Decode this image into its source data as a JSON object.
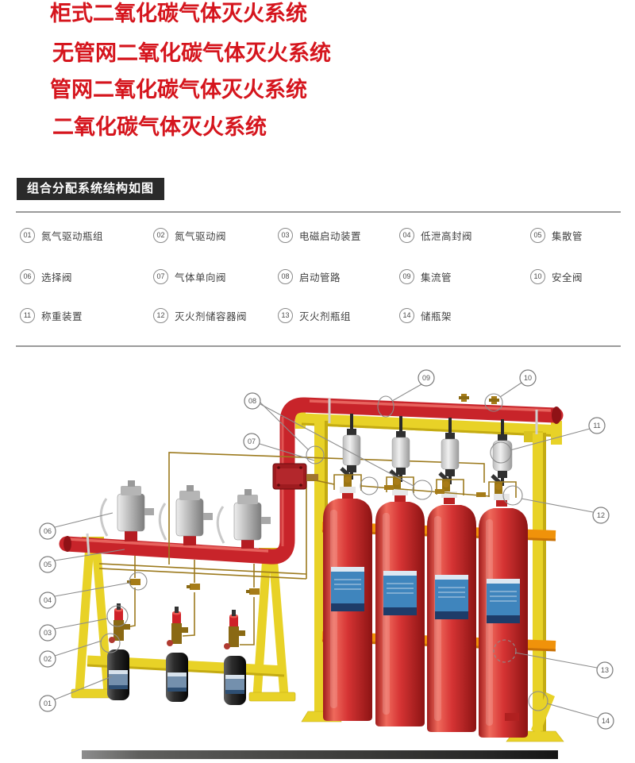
{
  "titles": [
    {
      "text": "柜式二氧化碳气体灭火系统"
    },
    {
      "text": "无管网二氧化碳气体灭火系统"
    },
    {
      "text": "管网二氧化碳气体灭火系统"
    },
    {
      "text": "二氧化碳气体灭火系统"
    }
  ],
  "section_header": {
    "label": "组合分配系统结构如图"
  },
  "legend": {
    "items": [
      {
        "num": "01",
        "label": "氮气驱动瓶组"
      },
      {
        "num": "02",
        "label": "氮气驱动阀"
      },
      {
        "num": "03",
        "label": "电磁启动装置"
      },
      {
        "num": "04",
        "label": "低泄高封阀"
      },
      {
        "num": "05",
        "label": "集散管"
      },
      {
        "num": "06",
        "label": "选择阀"
      },
      {
        "num": "07",
        "label": "气体单向阀"
      },
      {
        "num": "08",
        "label": "启动管路"
      },
      {
        "num": "09",
        "label": "集流管"
      },
      {
        "num": "10",
        "label": "安全阀"
      },
      {
        "num": "11",
        "label": "称重装置"
      },
      {
        "num": "12",
        "label": "灭火剂储容器阀"
      },
      {
        "num": "13",
        "label": "灭火剂瓶组"
      },
      {
        "num": "14",
        "label": "储瓶架"
      }
    ]
  },
  "diagram": {
    "callout_labels": [
      "01",
      "02",
      "03",
      "04",
      "05",
      "06",
      "07",
      "08",
      "09",
      "10",
      "11",
      "12",
      "13",
      "14"
    ]
  },
  "colors": {
    "title_red": "#d5151d",
    "header_bg": "#2a2a2a",
    "header_text": "#ffffff",
    "rule_grey": "#9a9a9a",
    "pipe_red": "#c8242a",
    "frame_yellow": "#e8d227",
    "bar_orange": "#f0920a",
    "cylinder_red": "#d23434",
    "label_blue": "#3f85bd",
    "tube_olive": "#9c7a1e",
    "callout_grey": "#7a7a7a"
  }
}
